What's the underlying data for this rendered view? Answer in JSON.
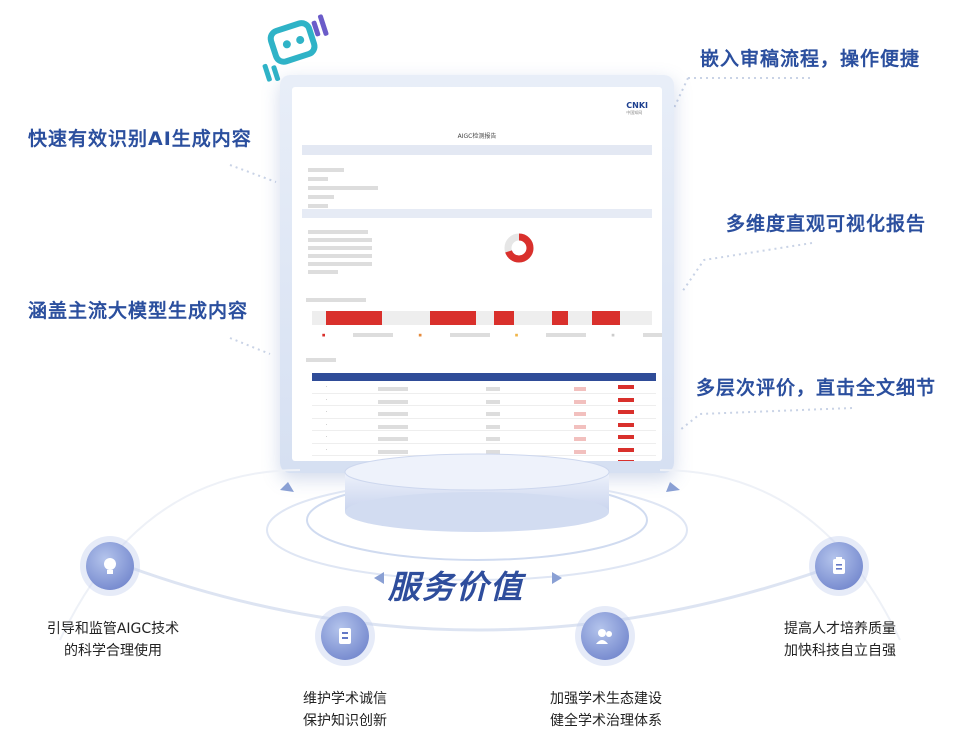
{
  "features": {
    "top_right": "嵌入审稿流程，操作便捷",
    "top_left": "快速有效识别AI生成内容",
    "mid_right": "多维度直观可视化报告",
    "mid_left": "涵盖主流大模型生成内容",
    "bottom_right": "多层次评价，直击全文细节"
  },
  "report": {
    "title": "AIGC检测报告",
    "logo": "CNKI",
    "logo_sub": "中国知网"
  },
  "service_value": {
    "title": "服务价值",
    "items": [
      {
        "line1": "引导和监管AIGC技术",
        "line2": "的科学合理使用",
        "icon": "lightbulb-icon"
      },
      {
        "line1": "维护学术诚信",
        "line2": "保护知识创新",
        "icon": "document-icon"
      },
      {
        "line1": "加强学术生态建设",
        "line2": "健全学术治理体系",
        "icon": "people-icon"
      },
      {
        "line1": "提高人才培养质量",
        "line2": "加快科技自立自强",
        "icon": "clipboard-icon"
      }
    ]
  },
  "colors": {
    "brand_blue": "#2b4f9e",
    "accent_red": "#d9302c"
  }
}
